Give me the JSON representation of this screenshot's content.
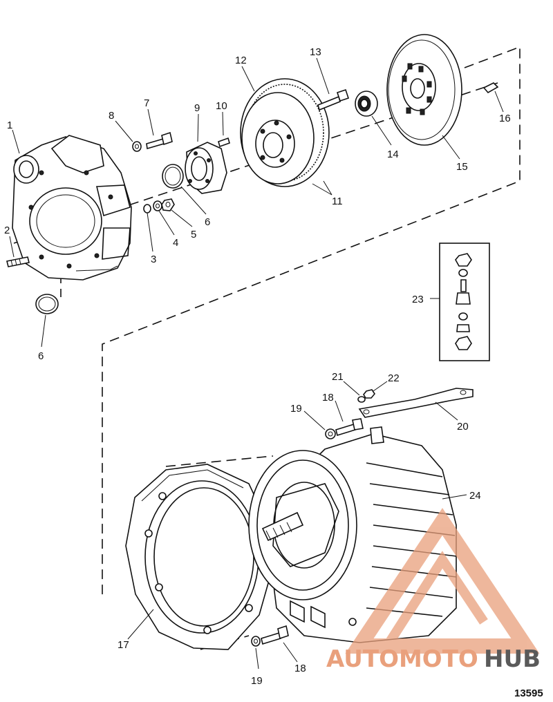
{
  "diagram": {
    "callouts": [
      {
        "id": "c1",
        "label": "1"
      },
      {
        "id": "c2",
        "label": "2"
      },
      {
        "id": "c3",
        "label": "3"
      },
      {
        "id": "c4",
        "label": "4"
      },
      {
        "id": "c5",
        "label": "5"
      },
      {
        "id": "c6a",
        "label": "6"
      },
      {
        "id": "c6b",
        "label": "6"
      },
      {
        "id": "c7",
        "label": "7"
      },
      {
        "id": "c8",
        "label": "8"
      },
      {
        "id": "c9",
        "label": "9"
      },
      {
        "id": "c10",
        "label": "10"
      },
      {
        "id": "c11",
        "label": "11"
      },
      {
        "id": "c12",
        "label": "12"
      },
      {
        "id": "c13",
        "label": "13"
      },
      {
        "id": "c14",
        "label": "14"
      },
      {
        "id": "c15",
        "label": "15"
      },
      {
        "id": "c16",
        "label": "16"
      },
      {
        "id": "c17",
        "label": "17"
      },
      {
        "id": "c18a",
        "label": "18"
      },
      {
        "id": "c18b",
        "label": "18"
      },
      {
        "id": "c19a",
        "label": "19"
      },
      {
        "id": "c19b",
        "label": "19"
      },
      {
        "id": "c20",
        "label": "20"
      },
      {
        "id": "c21",
        "label": "21"
      },
      {
        "id": "c22",
        "label": "22"
      },
      {
        "id": "c23",
        "label": "23"
      },
      {
        "id": "c24",
        "label": "24"
      }
    ],
    "figure_number": "13595"
  },
  "watermark": {
    "part1": "AUTOMOTO",
    "part2": "HUB",
    "color_primary": "#e9a07c",
    "color_secondary": "#5a5a5a"
  }
}
